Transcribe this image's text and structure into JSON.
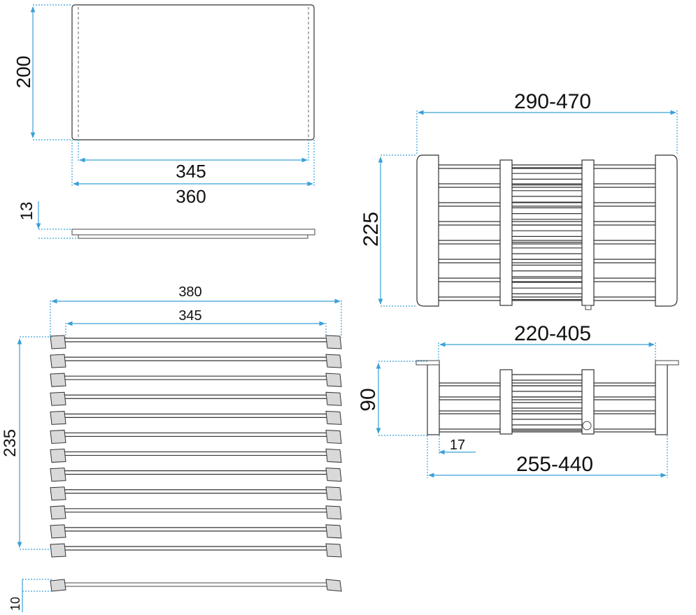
{
  "colors": {
    "dimension": "#3aa0d8",
    "outline": "#333333"
  },
  "dimensions": {
    "board_height": "200",
    "board_inner_width": "345",
    "board_outer_width": "360",
    "board_thickness": "13",
    "mat_outer_width": "380",
    "mat_inner_width": "345",
    "mat_length": "235",
    "mat_thickness": "10",
    "basket_width_range": "290-470",
    "basket_depth": "225",
    "basket_inner_range": "220-405",
    "basket_height": "90",
    "basket_lip": "17",
    "basket_outer_range": "255-440"
  }
}
